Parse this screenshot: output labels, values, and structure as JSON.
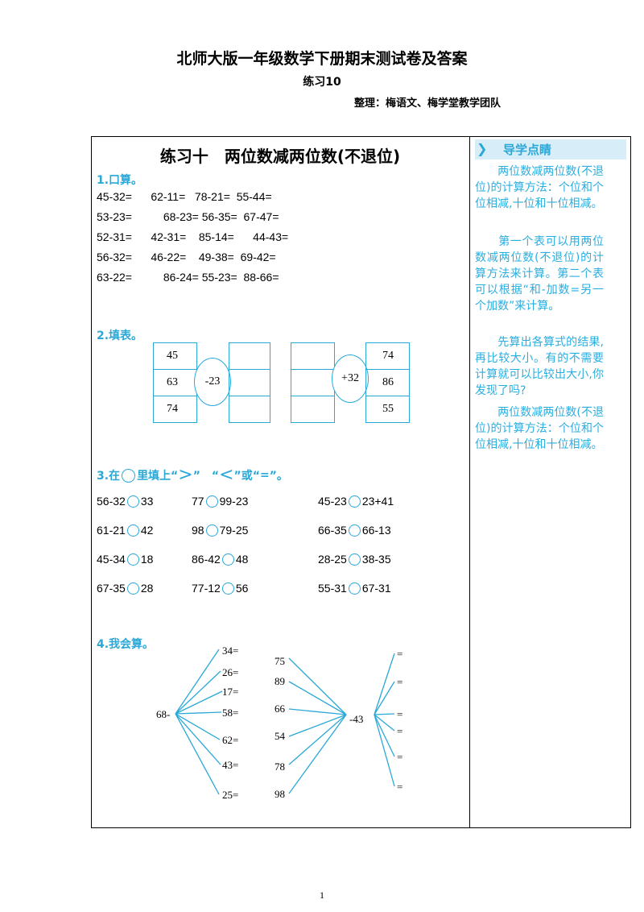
{
  "header": {
    "title": "北师大版一年级数学下册期末测试卷及答案",
    "subtitle": "练习10",
    "editor": "整理：梅语文、梅学堂教学团队"
  },
  "lesson": {
    "title": "练习十　两位数减两位数(不退位)"
  },
  "section1": {
    "label": "1.口算。",
    "rows": [
      "45-32=      62-11=   78-21=  55-44=",
      "53-23=          68-23= 56-35=  67-47=",
      "52-31=      42-31=    85-14=      44-43=",
      "56-32=      46-22=    49-38=  69-42=",
      "63-22=          86-24= 55-23=  88-66="
    ]
  },
  "section2": {
    "label": "2.填表。",
    "table1": {
      "inputs": [
        "45",
        "63",
        "74"
      ],
      "op": "-23"
    },
    "table2": {
      "op": "+32",
      "outputs": [
        "74",
        "86",
        "55"
      ]
    }
  },
  "section3": {
    "label_prefix": "3.在",
    "label_mid": "里填上“",
    "gt": ">",
    "sep1": "”　“",
    "lt": "<",
    "sep2": "”或“",
    "eq": "=",
    "label_end": "”。",
    "items": [
      {
        "left": "56-32",
        "right": "33"
      },
      {
        "left": "77",
        "right": "99-23"
      },
      {
        "left": "45-23",
        "right": "23+41"
      },
      {
        "left": "61-21",
        "right": "42"
      },
      {
        "left": "98",
        "right": "79-25"
      },
      {
        "left": "66-35",
        "right": "66-13"
      },
      {
        "left": "45-34",
        "right": "18"
      },
      {
        "left": "86-42",
        "right": "48"
      },
      {
        "left": "28-25",
        "right": "38-35"
      },
      {
        "left": "67-35",
        "right": "28"
      },
      {
        "left": "77-12",
        "right": "56"
      },
      {
        "left": "55-31",
        "right": "67-31"
      }
    ]
  },
  "section4": {
    "label": "4.我会算。",
    "left_hub": "68-",
    "left_items": [
      "34=",
      "26=",
      "17=",
      "58=",
      "62=",
      "43=",
      "25="
    ],
    "right_hub": "-43",
    "right_inputs": [
      "75",
      "89",
      "66",
      "54",
      "78",
      "98"
    ],
    "right_outputs": [
      "=",
      "=",
      "=",
      "=",
      "=",
      "="
    ]
  },
  "sidebar": {
    "banner": "导学点睛",
    "tips": [
      "　　两位数减两位数(不退位)的计算方法：个位和个位相减,十位和十位相减。",
      "　　第一个表可以用两位数减两位数(不退位)的计算方法来计算。第二个表可以根据“和-加数=另一个加数”来计算。",
      "　　先算出各算式的结果,再比较大小。有的不需要计算就可以比较出大小,你发现了吗?",
      "　　两位数减两位数(不退位)的计算方法：个位和个位相减,十位和十位相减。"
    ]
  },
  "page_number": "1",
  "colors": {
    "accent": "#2aa8d8",
    "banner_bg": "#d7eef8"
  }
}
